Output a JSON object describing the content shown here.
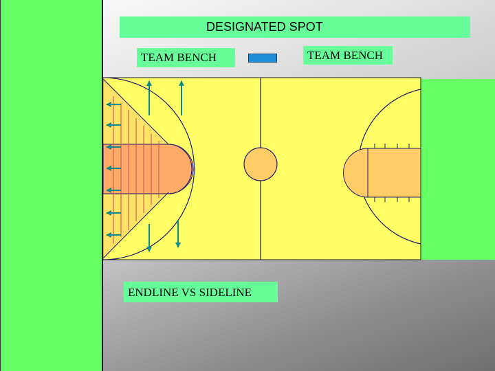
{
  "header": {
    "title": "DESIGNATED SPOT"
  },
  "benches": {
    "left_label": "TEAM BENCH",
    "right_label": "TEAM BENCH"
  },
  "footer": {
    "label": "ENDLINE VS SIDELINE"
  },
  "colors": {
    "court": "#ffff66",
    "key": "#ffcc66",
    "panel_green": "#66ff66",
    "label_green": "#66ff99",
    "marker_blue": "#1e8fd6",
    "arrow": "#0e8a8a",
    "line": "#1a1a6e",
    "rule_red": "#c05050"
  },
  "icons": {
    "arrows": "teal-arrow-icon",
    "marker": "designated-spot-marker"
  }
}
